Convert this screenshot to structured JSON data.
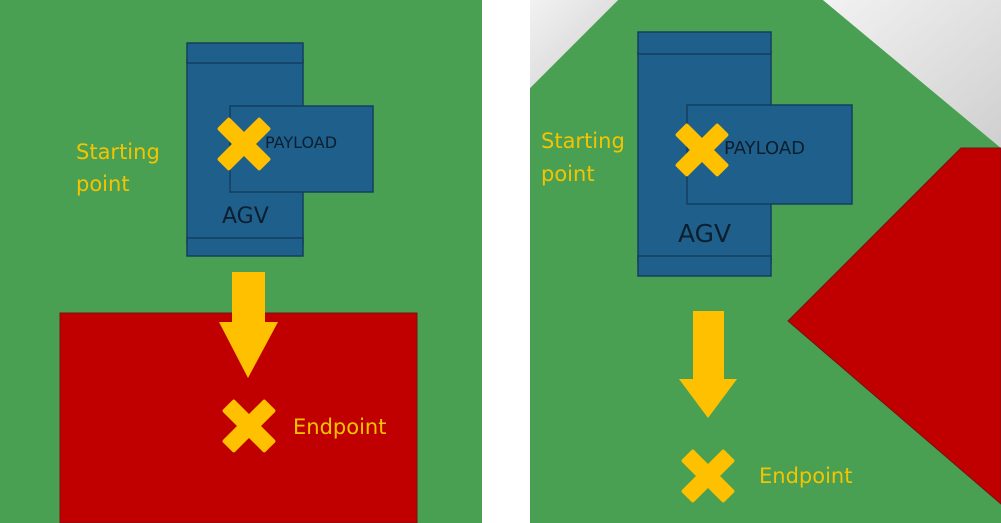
{
  "colors": {
    "background": "#4aa052",
    "agv": "#1f5f8b",
    "agv_stroke": "#143f5e",
    "red_zone": "#c00000",
    "marker": "#ffc000",
    "text": "#f4c400"
  },
  "left": {
    "starting_point_line1": "Starting",
    "starting_point_line2": "point",
    "payload_label": "PAYLOAD",
    "agv_label": "AGV",
    "endpoint_label": "Endpoint"
  },
  "right": {
    "starting_point_line1": "Starting",
    "starting_point_line2": "point",
    "payload_label": "PAYLOAD",
    "agv_label": "AGV",
    "endpoint_label": "Endpoint"
  },
  "icons": [
    "x-marker-icon",
    "down-arrow-icon"
  ]
}
